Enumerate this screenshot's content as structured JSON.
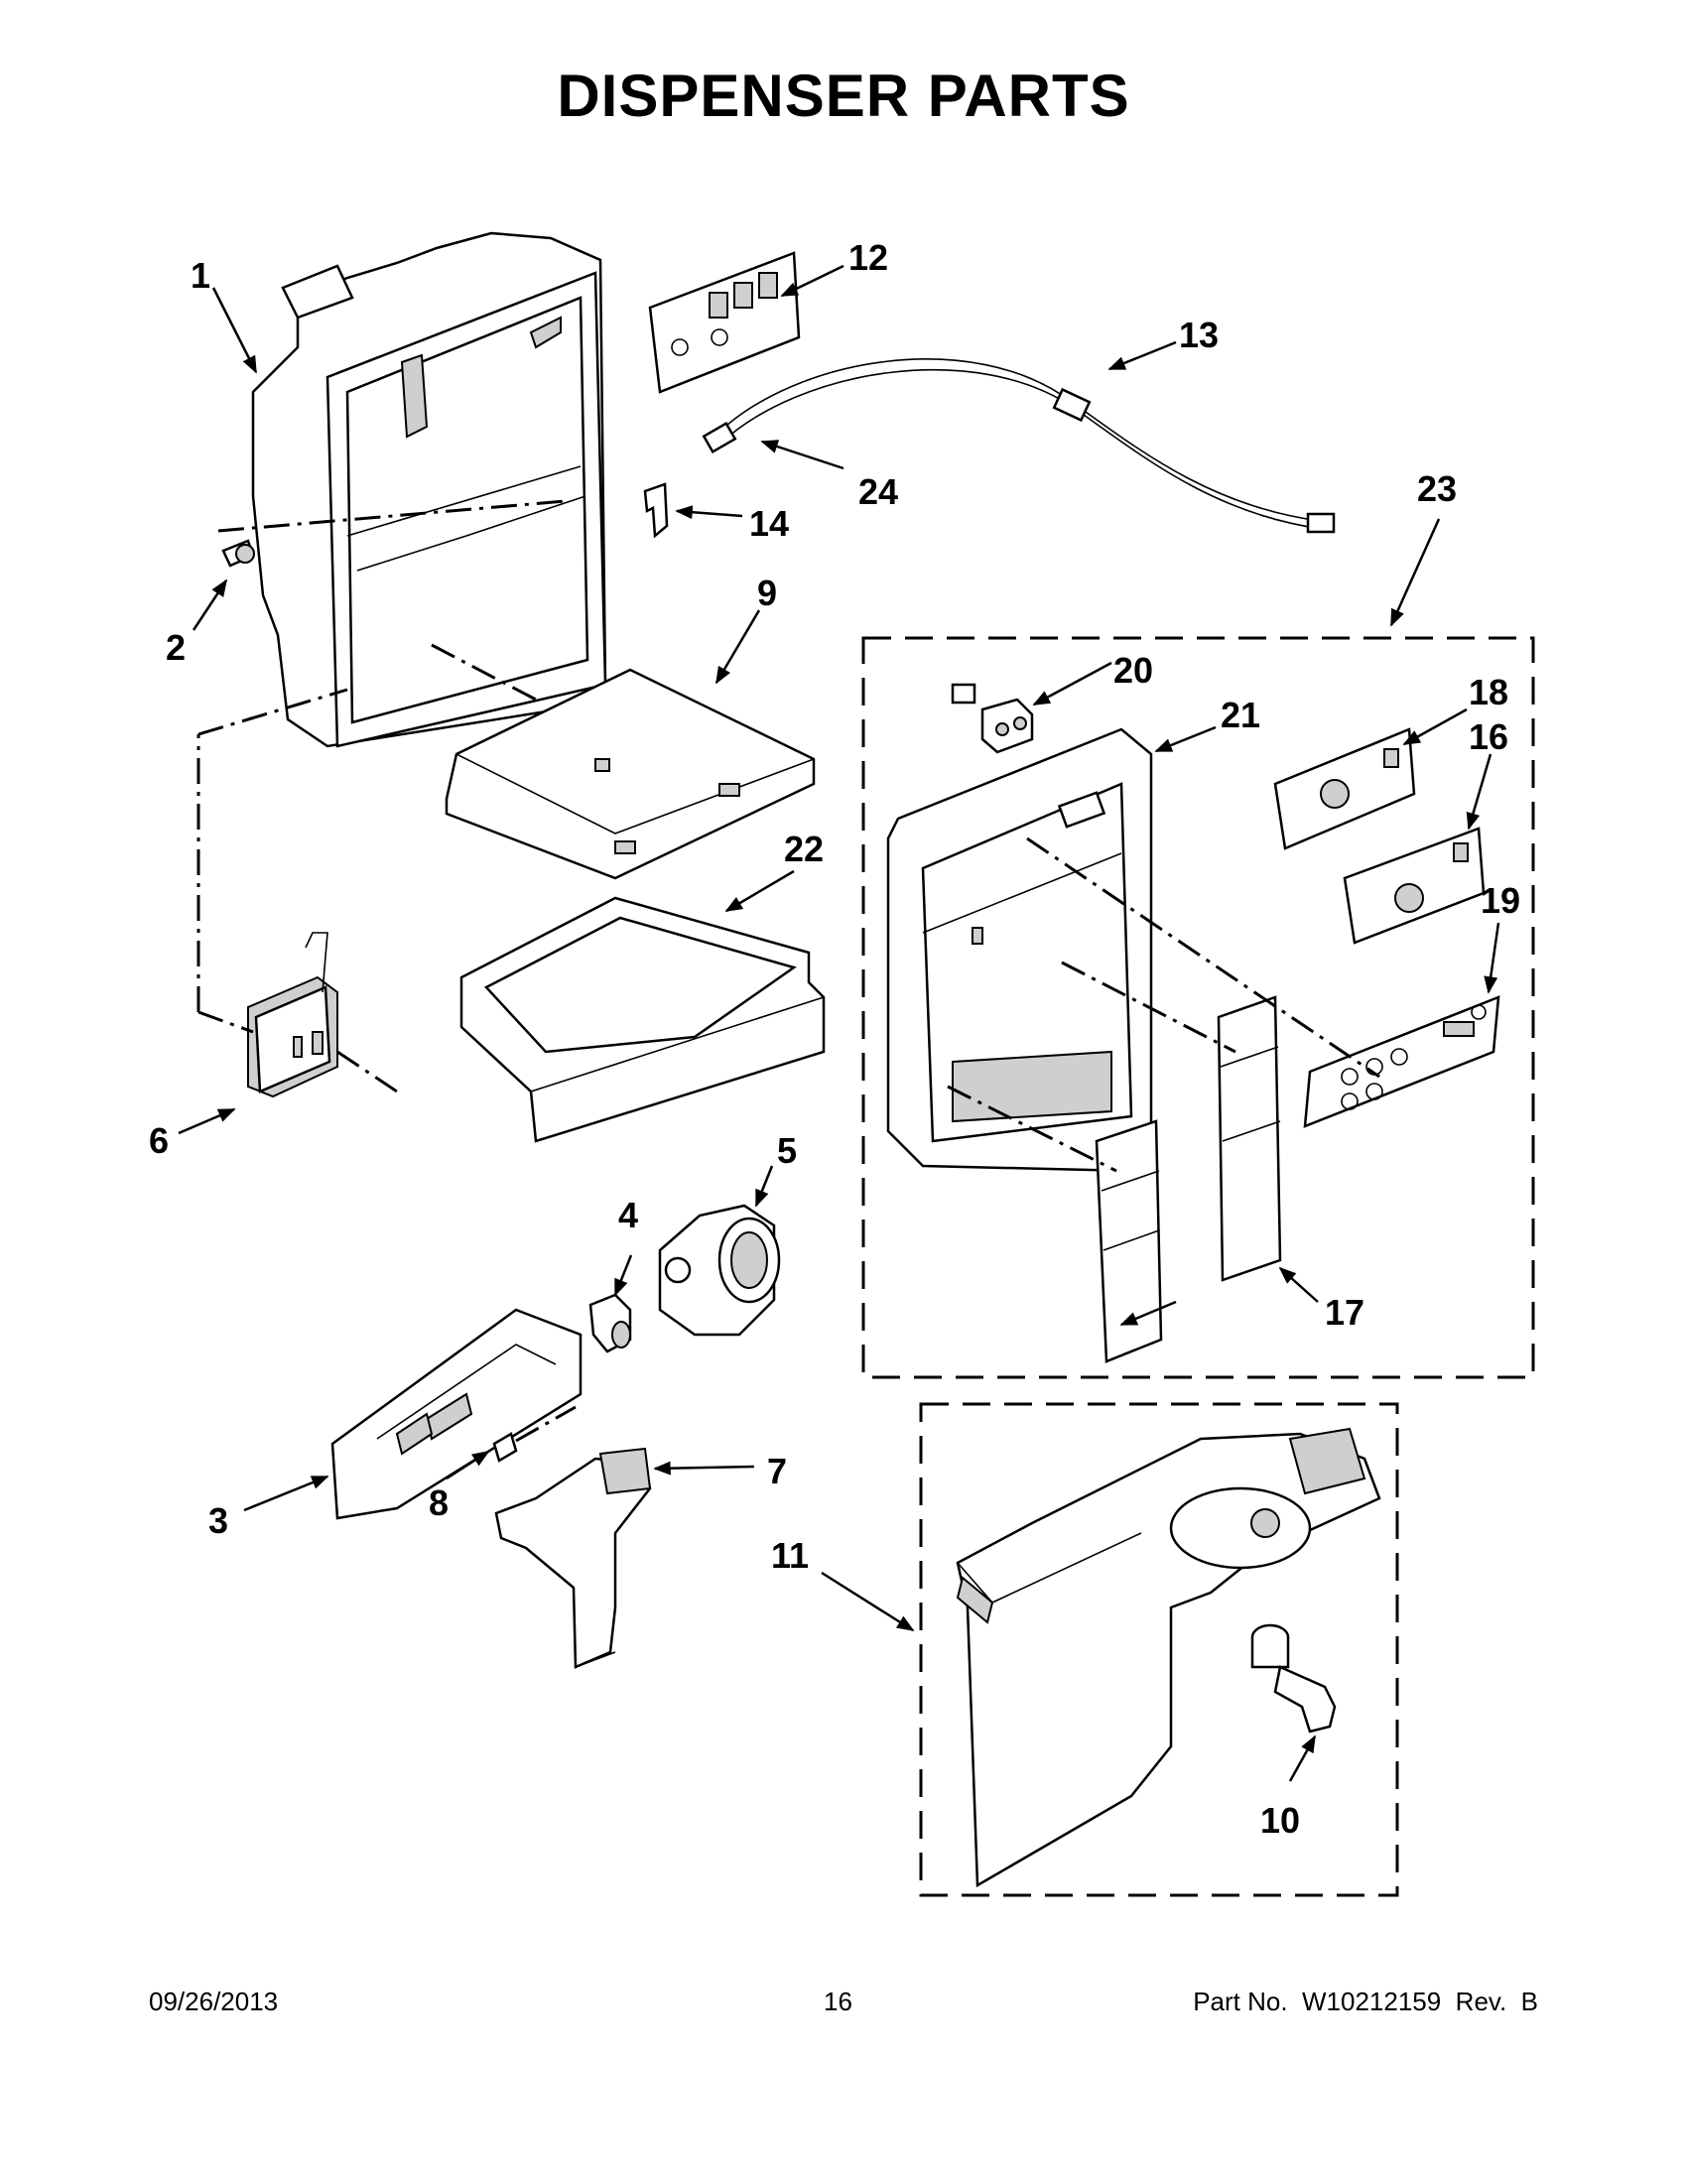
{
  "title": "DISPENSER PARTS",
  "callouts": [
    "1",
    "2",
    "3",
    "4",
    "5",
    "6",
    "7",
    "8",
    "9",
    "10",
    "11",
    "12",
    "13",
    "14",
    "16",
    "17",
    "18",
    "19",
    "20",
    "21",
    "22",
    "23",
    "24"
  ],
  "footer": {
    "date": "09/26/2013",
    "page": "16",
    "part_no": "Part No.  W10212159  Rev.  B"
  }
}
